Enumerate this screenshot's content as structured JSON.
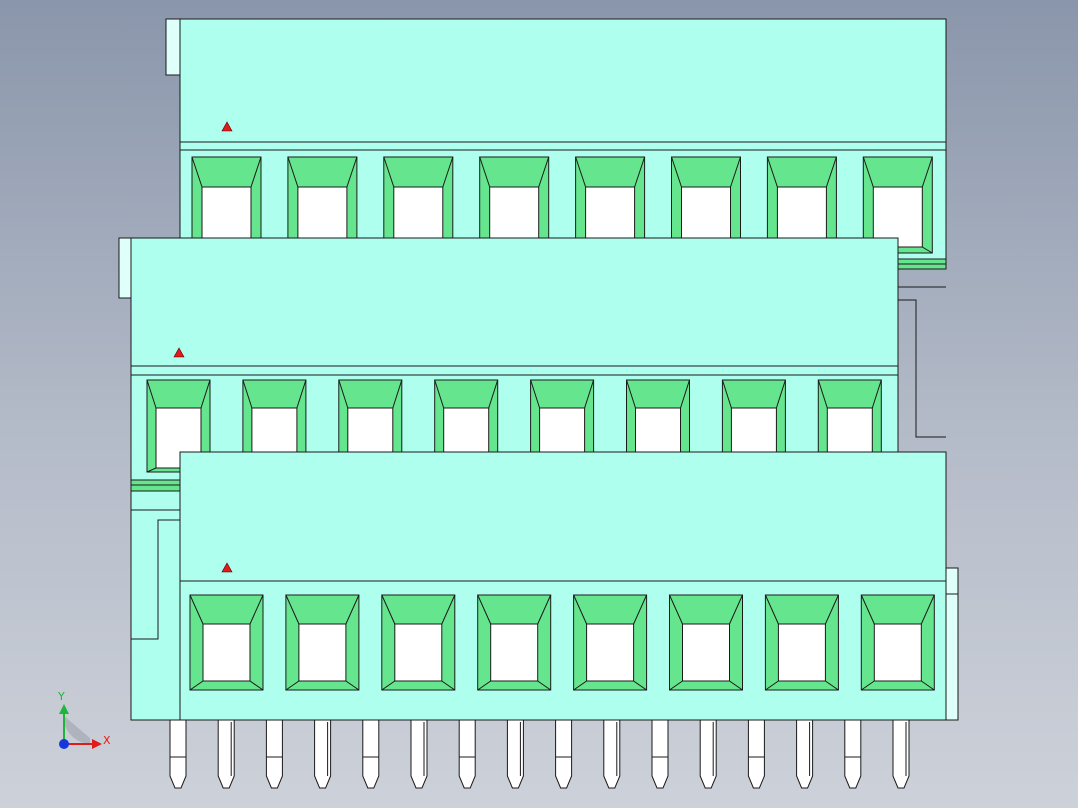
{
  "model": {
    "rows": 3,
    "terminals_per_row": 8,
    "pin_count": 16,
    "colors": {
      "housing": "#afffef",
      "housing_side": "#dffffb",
      "opening_face": "#66e58f",
      "opening_inner": "#ffffff",
      "edge": "#1a1a1a",
      "marker": "#e11a1a",
      "pin": "#ffffff",
      "axis_x": "#e11a1a",
      "axis_y": "#1fb53a",
      "axis_origin": "#1636d9"
    }
  },
  "triad": {
    "x_label": "X",
    "y_label": "Y"
  }
}
